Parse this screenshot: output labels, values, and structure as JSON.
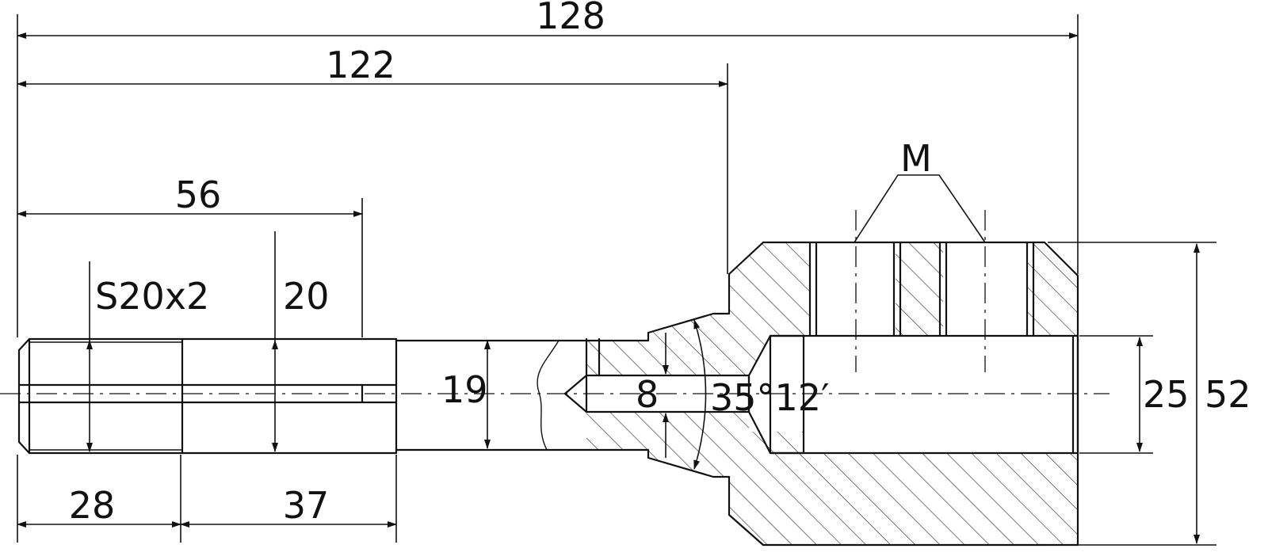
{
  "dimensions": {
    "overall_length": "128",
    "length_to_shoulder": "122",
    "thread_zone_length": "56",
    "thread_spec": "S20x2",
    "shank_diameter": "20",
    "groove_diameter": "19",
    "pin_hole_diameter": "8",
    "cone_angle": "35°12′",
    "head_bore_diameter": "25",
    "head_diameter": "52",
    "thread_length": "28",
    "shank_length": "37",
    "cross_hole_label": "M"
  },
  "colors": {
    "line": "#111111",
    "background": "#ffffff"
  }
}
